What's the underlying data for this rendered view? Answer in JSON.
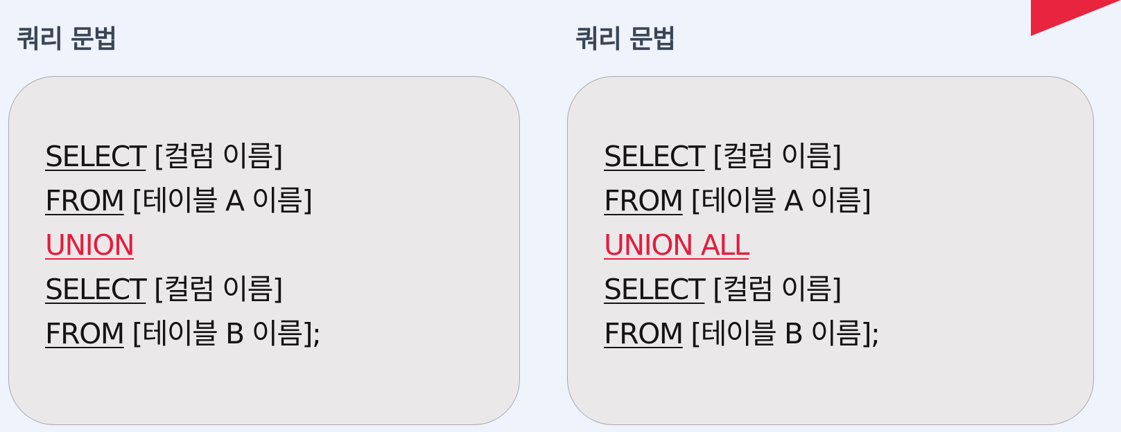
{
  "accent_color": "#E8243F",
  "panels": [
    {
      "heading": "쿼리 문법",
      "lines": [
        {
          "keyword": "SELECT",
          "rest": " [컬럼 이름]",
          "highlight": false
        },
        {
          "keyword": "FROM",
          "rest": " [테이블 A 이름]",
          "highlight": false
        },
        {
          "keyword": "UNION",
          "rest": "",
          "highlight": true
        },
        {
          "keyword": "SELECT",
          "rest": " [컬럼 이름]",
          "highlight": false
        },
        {
          "keyword": "FROM",
          "rest": " [테이블 B 이름];",
          "highlight": false
        }
      ]
    },
    {
      "heading": "쿼리 문법",
      "lines": [
        {
          "keyword": "SELECT",
          "rest": " [컬럼 이름]",
          "highlight": false
        },
        {
          "keyword": "FROM",
          "rest": " [테이블 A 이름]",
          "highlight": false
        },
        {
          "keyword": "UNION ALL",
          "rest": "",
          "highlight": true
        },
        {
          "keyword": "SELECT",
          "rest": " [컬럼 이름]",
          "highlight": false
        },
        {
          "keyword": "FROM",
          "rest": " [테이블 B 이름];",
          "highlight": false
        }
      ]
    }
  ]
}
